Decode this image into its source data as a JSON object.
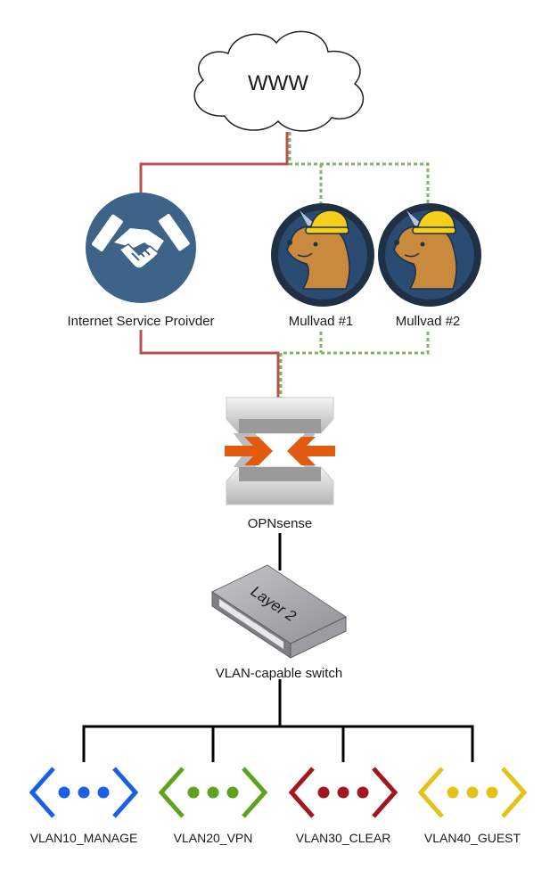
{
  "internet": {
    "label": "WWW"
  },
  "isp": {
    "label": "Internet Service Proivder",
    "icon": "handshake-icon"
  },
  "vpn_providers": [
    {
      "label": "Mullvad #1",
      "icon": "mullvad-mole-icon"
    },
    {
      "label": "Mullvad #2",
      "icon": "mullvad-mole-icon"
    }
  ],
  "firewall": {
    "label": "OPNsense",
    "icon": "opnsense-icon"
  },
  "switch": {
    "label": "VLAN-capable switch",
    "device_text": "Layer 2",
    "icon": "layer2-switch-icon"
  },
  "vlans": [
    {
      "label": "VLAN10_MANAGE",
      "color": "#1a5fe6"
    },
    {
      "label": "VLAN20_VPN",
      "color": "#5ea31c"
    },
    {
      "label": "VLAN30_CLEAR",
      "color": "#a3151f"
    },
    {
      "label": "VLAN40_GUEST",
      "color": "#e3c21a"
    }
  ],
  "colors": {
    "isp_link": "#b85450",
    "vpn_link": "#82b366",
    "lan_link": "#000000",
    "isp_icon_bg": "#3d6389",
    "mullvad_ring": "#1f2f44",
    "mullvad_inner": "#2a4b72",
    "opnsense_orange": "#e05a0f"
  }
}
